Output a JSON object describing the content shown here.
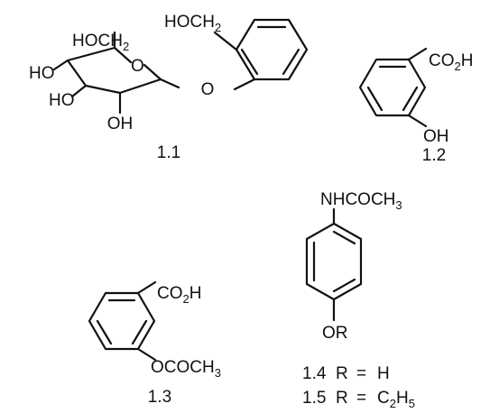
{
  "figure": {
    "compounds": [
      {
        "number": "1.1",
        "labels": {
          "ring_ch2oh": "HOCH",
          "ring_ch2oh_sub": "2",
          "aryl_ch2oh": "HOCH",
          "aryl_ch2oh_sub": "2",
          "ho_1": "HO",
          "ho_2": "HO",
          "oh": "OH",
          "ring_o": "O",
          "ether_o": "O"
        }
      },
      {
        "number": "1.2",
        "labels": {
          "acid": "CO",
          "acid_sub": "2",
          "acid_h": "H",
          "oh": "OH"
        }
      },
      {
        "number": "1.3",
        "labels": {
          "acid": "CO",
          "acid_sub": "2",
          "acid_h": "H",
          "ester": "OCOCH",
          "ester_sub": "3"
        }
      },
      {
        "number": "1.4",
        "labels": {
          "amide": "NHCOCH",
          "amide_sub": "3",
          "or": "OR"
        },
        "r_definition": {
          "symbol": "R",
          "equals": "=",
          "value": "H"
        }
      },
      {
        "number": "1.5",
        "r_definition": {
          "symbol": "R",
          "equals": "=",
          "value": "C",
          "value_sub_1": "2",
          "value_h": "H",
          "value_sub_2": "5"
        }
      }
    ]
  }
}
